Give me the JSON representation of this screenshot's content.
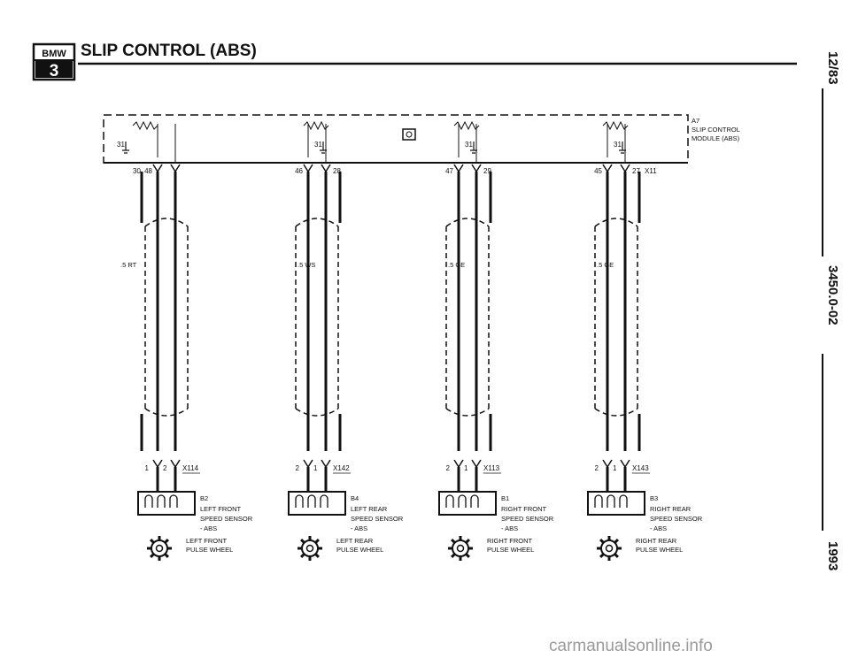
{
  "header": {
    "badge_top": "BMW",
    "badge_bottom": "3",
    "title": "SLIP CONTROL (ABS)"
  },
  "side": {
    "date": "12/83",
    "code": "3450.0-02",
    "year": "1993"
  },
  "module": {
    "id": "A7",
    "name": "SLIP CONTROL",
    "name2": "MODULE (ABS)",
    "connector": "X11",
    "ground_pin": "31"
  },
  "channels": [
    {
      "pins_top": [
        "48",
        ""
      ],
      "pin_extra_left": "30",
      "wire_label": ".5 RT",
      "plug_pins": [
        "1",
        "2"
      ],
      "plug": "X114",
      "sensor_id": "B2",
      "sensor_name": [
        "LEFT FRONT",
        "SPEED SENSOR",
        "- ABS"
      ],
      "wheel_name": [
        "LEFT FRONT",
        "PULSE WHEEL"
      ]
    },
    {
      "pins_top": [
        "46",
        "28"
      ],
      "pin_extra_left": "",
      "wire_label": ".5 WS",
      "plug_pins": [
        "2",
        "1"
      ],
      "plug": "X142",
      "sensor_id": "B4",
      "sensor_name": [
        "LEFT REAR",
        "SPEED SENSOR",
        "- ABS"
      ],
      "wheel_name": [
        "LEFT REAR",
        "PULSE WHEEL"
      ]
    },
    {
      "pins_top": [
        "47",
        "29"
      ],
      "pin_extra_left": "",
      "wire_label": ".5 GE",
      "plug_pins": [
        "2",
        "1"
      ],
      "plug": "X113",
      "sensor_id": "B1",
      "sensor_name": [
        "RIGHT FRONT",
        "SPEED SENSOR",
        "- ABS"
      ],
      "wheel_name": [
        "RIGHT FRONT",
        "PULSE WHEEL"
      ]
    },
    {
      "pins_top": [
        "45",
        "27"
      ],
      "pin_extra_left": "",
      "wire_label": ".5 GE",
      "plug_pins": [
        "2",
        "1"
      ],
      "plug": "X143",
      "sensor_id": "B3",
      "sensor_name": [
        "RIGHT REAR",
        "SPEED SENSOR",
        "- ABS"
      ],
      "wheel_name": [
        "RIGHT REAR",
        "PULSE WHEEL"
      ]
    }
  ],
  "watermark": "carmanualsonline.info"
}
